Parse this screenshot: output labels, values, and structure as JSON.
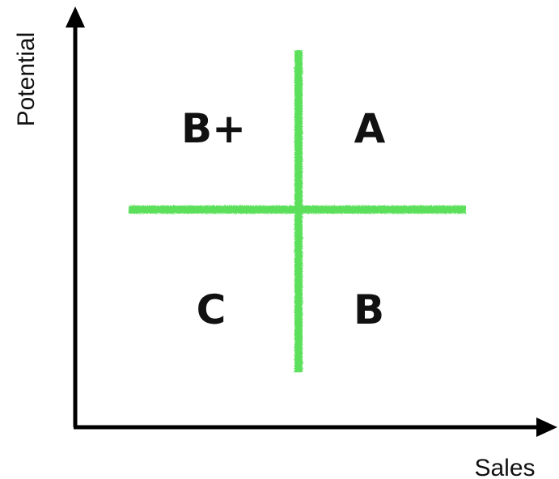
{
  "axes": {
    "x_label": "Sales",
    "y_label": "Potential"
  },
  "quadrants": {
    "top_left": "B+",
    "top_right": "A",
    "bottom_left": "C",
    "bottom_right": "B"
  },
  "colors": {
    "axis": "#000000",
    "divider": "#5be05b",
    "text": "#111111",
    "background": "#ffffff"
  }
}
